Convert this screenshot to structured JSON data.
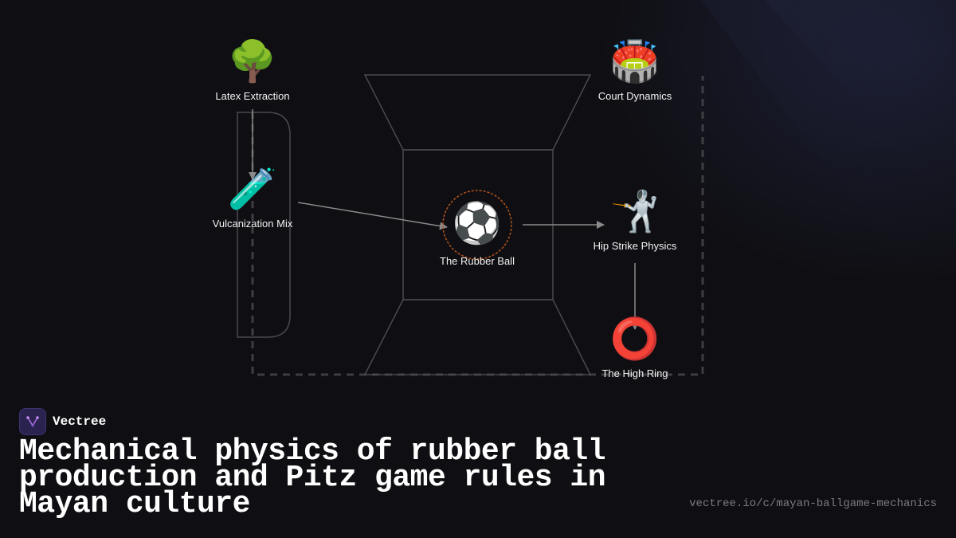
{
  "diagram": {
    "nodes": {
      "latex": {
        "icon": "tree-icon",
        "emoji": "🌳",
        "label": "Latex Extraction"
      },
      "vulcanization": {
        "icon": "test-tube-icon",
        "emoji": "🧪",
        "label": "Vulcanization Mix"
      },
      "ball": {
        "icon": "soccer-ball-icon",
        "emoji": "⚽",
        "label": "The Rubber Ball"
      },
      "court": {
        "icon": "stadium-icon",
        "emoji": "🏟️",
        "label": "Court Dynamics"
      },
      "hip": {
        "icon": "fencer-icon",
        "emoji": "🤺",
        "label": "Hip Strike Physics"
      },
      "ring": {
        "icon": "ring-icon",
        "emoji": "⭕",
        "label": "The High Ring"
      }
    },
    "edges": [
      {
        "from": "latex",
        "to": "vulcanization"
      },
      {
        "from": "vulcanization",
        "to": "ball"
      },
      {
        "from": "ball",
        "to": "hip"
      },
      {
        "from": "hip",
        "to": "ring"
      }
    ],
    "accent_colors": {
      "edge": "#8a8a8a",
      "ball_ring": "#b5541c",
      "court_outline": "#4a4a4e",
      "dashed_border": "#3e3e42"
    }
  },
  "brand": {
    "name": "Vectree",
    "logo_color": "#2a2350",
    "logo_mark": "#a46de0"
  },
  "title": "Mechanical physics of rubber ball production and Pitz game rules in Mayan culture",
  "url": "vectree.io/c/mayan-ballgame-mechanics"
}
